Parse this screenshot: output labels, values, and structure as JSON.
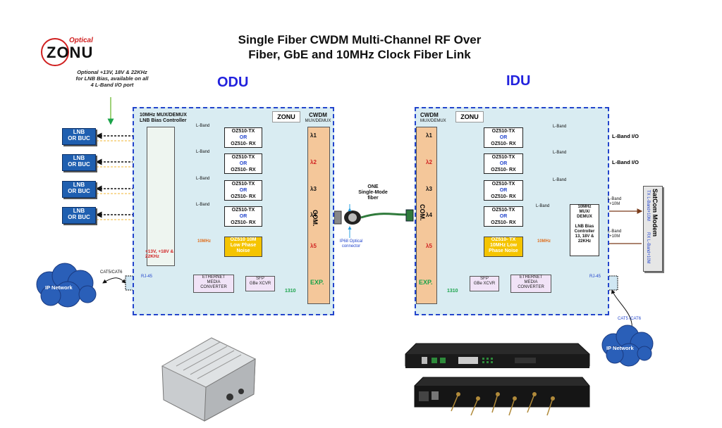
{
  "logo": {
    "optical": "Optical",
    "brand": "ZONU"
  },
  "title_line1": "Single Fiber CWDM Multi-Channel RF Over",
  "title_line2": "Fiber, GbE and 10MHz Clock Fiber Link",
  "note": [
    "Optional +13V, 18V & 22KHz",
    "for LNB Bias, available on all",
    "4 L-Band I/O port"
  ],
  "odu": {
    "label": "ODU",
    "mux_title": [
      "10MHz MUX/DEMUX",
      "LNB Bias Controller"
    ],
    "cwdm": [
      "CWDM",
      "MUX/DEMUX"
    ],
    "lnb_boxes": [
      {
        "line1": "LNB",
        "line2": "OR BUC"
      },
      {
        "line1": "LNB",
        "line2": "OR BUC"
      },
      {
        "line1": "LNB",
        "line2": "OR BUC"
      },
      {
        "line1": "LNB",
        "line2": "OR BUC"
      }
    ],
    "band_label": "L-Band",
    "oz_tx": "OZ510-TX",
    "oz_or": "OR",
    "oz_rx": "OZ510- RX",
    "lambdas": [
      "λ1",
      "λ2",
      "λ3",
      "λ4",
      "λ5"
    ],
    "ref_label": "10MHz",
    "yellow_box": [
      "OZ510 10M",
      "Low Phase",
      "Noise"
    ],
    "bias_note": [
      "+13V, +18V &",
      "22KHz"
    ],
    "com": "COM.",
    "exp": "EXP.",
    "rj45": "RJ-45",
    "cat": "CAT5/CAT6",
    "ip_network": "IP Network",
    "ethernet": [
      "ETHERNET",
      "MEDIA",
      "CONVERTER"
    ],
    "sfp": [
      "SFP",
      "GBe XCVR"
    ],
    "wavelength_1310": "1310"
  },
  "fiber": {
    "label": [
      "ONE",
      "Single-Mode",
      "fiber"
    ],
    "connector": [
      "IP68 Optical",
      "connector"
    ]
  },
  "idu": {
    "label": "IDU",
    "cwdm": [
      "CWDM",
      "MUX/DEMUX"
    ],
    "lambdas": [
      "λ1",
      "λ2",
      "λ3",
      "λ4",
      "λ5"
    ],
    "band_label": "L-Band",
    "oz_tx": "OZ510-TX",
    "oz_or": "OR",
    "oz_rx": "OZ510- RX",
    "io_label": "L-Band I/O",
    "yellow_box": [
      "OZ510- TX",
      "10MHz Low",
      "Phase Noise"
    ],
    "ref_label": "10MHz",
    "mux": [
      "10MHz",
      "MUX/",
      "DEMUX",
      "",
      "LNB Bias",
      "Controller",
      "13, 18V &",
      "22KHz"
    ],
    "band_10m": [
      "L-Band",
      "+10M"
    ],
    "modem": "SatCom Modem",
    "modem_tx": "TX L-Band+10M",
    "modem_rx": "RX L-Band+10M",
    "com": "COM.",
    "exp": "EXP.",
    "rj45": "RJ-45",
    "cat": "CAT5 /CAT6",
    "ip_network": "IP Network",
    "ethernet": [
      "ETHERNET",
      "MEDIA",
      "CONVERTER"
    ],
    "sfp": [
      "SFP",
      "GBe XCVR"
    ],
    "wavelength_1310": "1310"
  },
  "colors": {
    "panel": "#d9ecf2",
    "border": "#2244cc",
    "arrow_green": "#1aa34a",
    "blue_label": "#2222dd",
    "cwdm": "#f4c79a",
    "yellow": "#f5c400"
  }
}
